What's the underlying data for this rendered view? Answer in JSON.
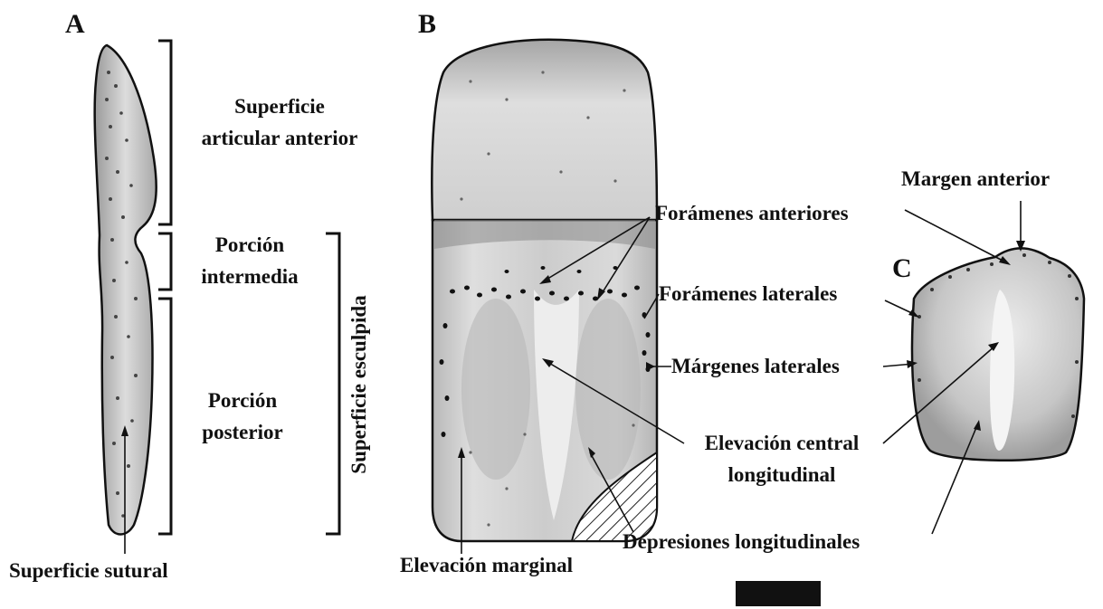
{
  "panels": {
    "a": "A",
    "b": "B",
    "c": "C"
  },
  "labels_a": {
    "articular_line1": "Superficie",
    "articular_line2": "articular anterior",
    "intermedia_line1": "Porción",
    "intermedia_line2": "intermedia",
    "posterior_line1": "Porción",
    "posterior_line2": "posterior",
    "esculpida": "Superficie esculpida",
    "sutural": "Superficie sutural"
  },
  "labels_b": {
    "foramenes_anteriores": "Forámenes anteriores",
    "foramenes_laterales": "Forámenes laterales",
    "margenes_laterales": "Márgenes laterales",
    "elevacion_central_line1": "Elevación central",
    "elevacion_central_line2": "longitudinal",
    "depresiones": "Depresiones longitudinales",
    "elevacion_marginal": "Elevación marginal"
  },
  "labels_c": {
    "margen_anterior": "Margen anterior"
  },
  "colors": {
    "ink": "#111111",
    "bone_light": "#e4e4e4",
    "bone_mid": "#bdbdbd",
    "bone_dark": "#8e8e8e"
  }
}
